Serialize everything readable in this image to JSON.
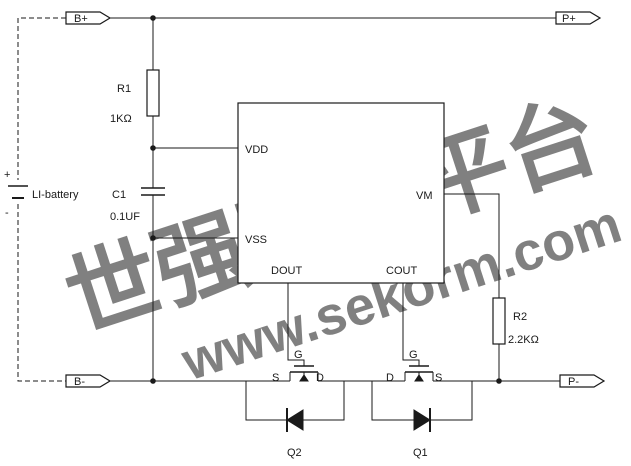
{
  "watermark": {
    "cn": "世强硬创平台",
    "url": "www.sekorm.com"
  },
  "ports": {
    "b_plus": "B+",
    "b_minus": "B-",
    "p_plus": "P+",
    "p_minus": "P-"
  },
  "battery": {
    "label": "LI-battery",
    "plus": "+",
    "minus": "-"
  },
  "r1": {
    "ref": "R1",
    "value": "1KΩ"
  },
  "c1": {
    "ref": "C1",
    "value": "0.1UF"
  },
  "r2": {
    "ref": "R2",
    "value": "2.2KΩ"
  },
  "ic": {
    "vdd": "VDD",
    "vss": "VSS",
    "vm": "VM",
    "dout": "DOUT",
    "cout": "COUT"
  },
  "q2": {
    "ref": "Q2",
    "gate": "G",
    "source": "S",
    "drain": "D"
  },
  "q1": {
    "ref": "Q1",
    "gate": "G",
    "source": "S",
    "drain": "D"
  },
  "colors": {
    "ink": "#1a1a1a",
    "watermark": "#d9d9d9",
    "background": "#ffffff"
  }
}
